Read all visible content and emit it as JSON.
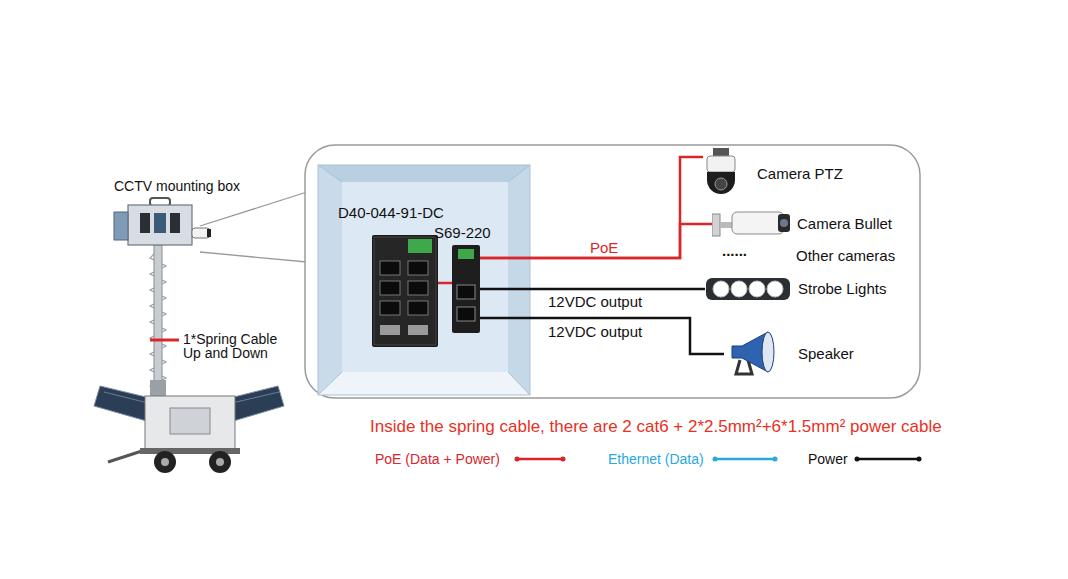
{
  "diagram": {
    "nodes": [
      {
        "text": [
          "D40-044-91-DC"
        ]
      },
      {
        "text": [
          "S69-220"
        ]
      },
      {
        "text": [
          "Camera PTZ"
        ]
      },
      {
        "text": [
          "Camera Bullet"
        ]
      },
      {
        "text": [
          "Other cameras"
        ]
      },
      {
        "text": [
          "Strobe Lights"
        ]
      },
      {
        "text": [
          "Speaker"
        ]
      }
    ],
    "edges": [
      {
        "from": 0,
        "to": 1,
        "arrow": "none"
      },
      {
        "from": 1,
        "to": 2,
        "arrow": "none",
        "label": "PoE"
      },
      {
        "from": 1,
        "to": 3,
        "arrow": "none"
      },
      {
        "from": 1,
        "to": 5,
        "arrow": "none",
        "label": "12VDC output"
      },
      {
        "from": 1,
        "to": 6,
        "arrow": "none",
        "label": "12VDC output"
      }
    ],
    "labels": [
      "CCTV mounting box",
      "1*Spring Cable Up and Down",
      "......",
      "Inside the spring cable, there are 2 cat6 + 2*2.5mm²+6*1.5mm² power cable"
    ],
    "legend": [
      {
        "text": "PoE (Data + Power)"
      },
      {
        "text": "Ethernet (Data)"
      },
      {
        "text": "Power"
      }
    ]
  }
}
